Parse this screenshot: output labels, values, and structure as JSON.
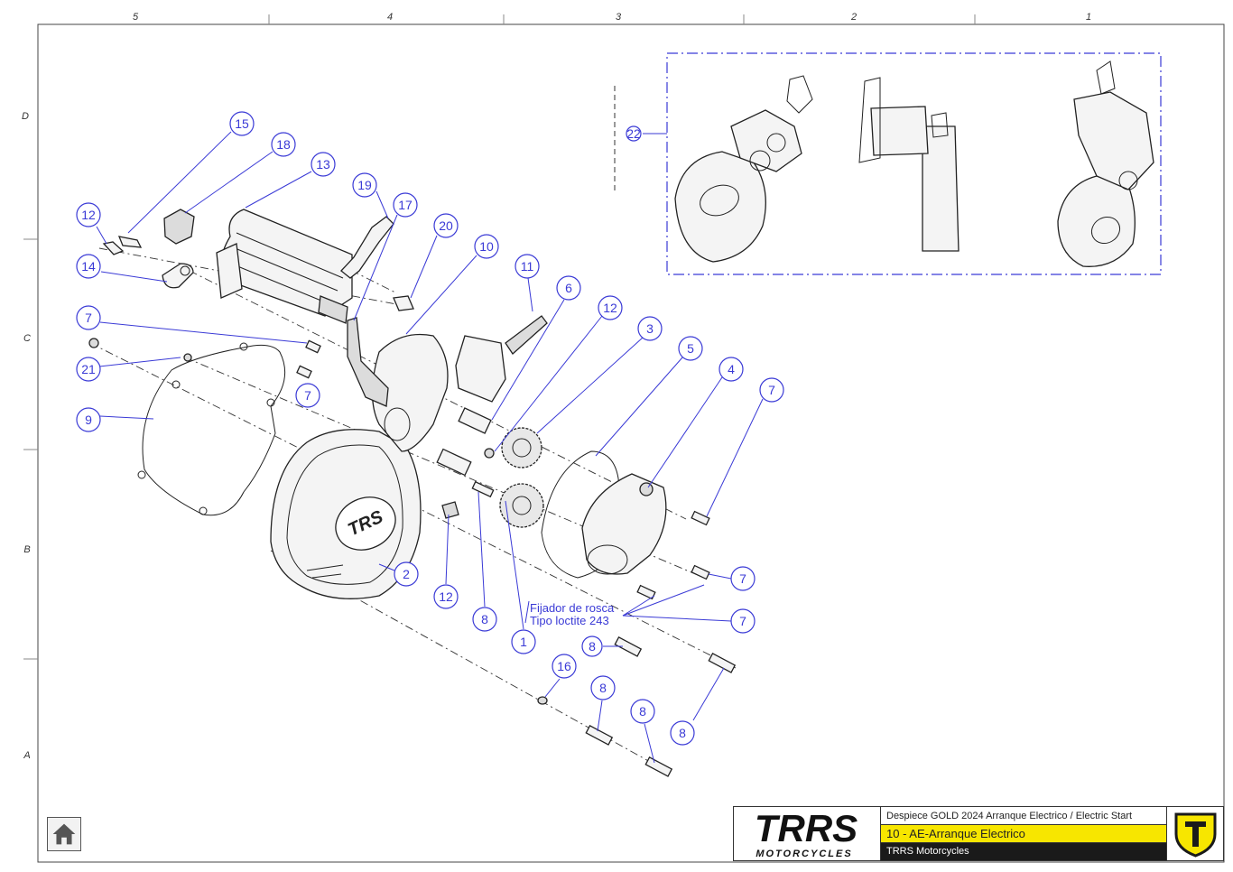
{
  "grid": {
    "columns": [
      "5",
      "4",
      "3",
      "2",
      "1"
    ],
    "rows": [
      "D",
      "C",
      "B",
      "A"
    ]
  },
  "callouts": [
    "15",
    "18",
    "13",
    "12",
    "19",
    "17",
    "20",
    "10",
    "14",
    "11",
    "6",
    "12",
    "7",
    "3",
    "5",
    "4",
    "7",
    "21",
    "7",
    "9",
    "2",
    "12",
    "8",
    "1",
    "7",
    "7",
    "8",
    "16",
    "8",
    "8",
    "8",
    "22"
  ],
  "note": {
    "line1": "Fijador de rosca",
    "line2": "Tipo loctite 243"
  },
  "cover_logo": "TRS",
  "titleblock": {
    "brand": "TRRS",
    "brand_sub": "MOTORCYCLES",
    "description": "Despiece GOLD 2024 Arranque Electrico / Electric Start",
    "section": "10 - AE-Arranque Electrico",
    "company": "TRRS Motorcycles"
  },
  "colors": {
    "callout": "#3a3ad6",
    "highlight": "#f7e600",
    "dark": "#1a1a1a"
  },
  "icons": {
    "home": "home-icon"
  }
}
